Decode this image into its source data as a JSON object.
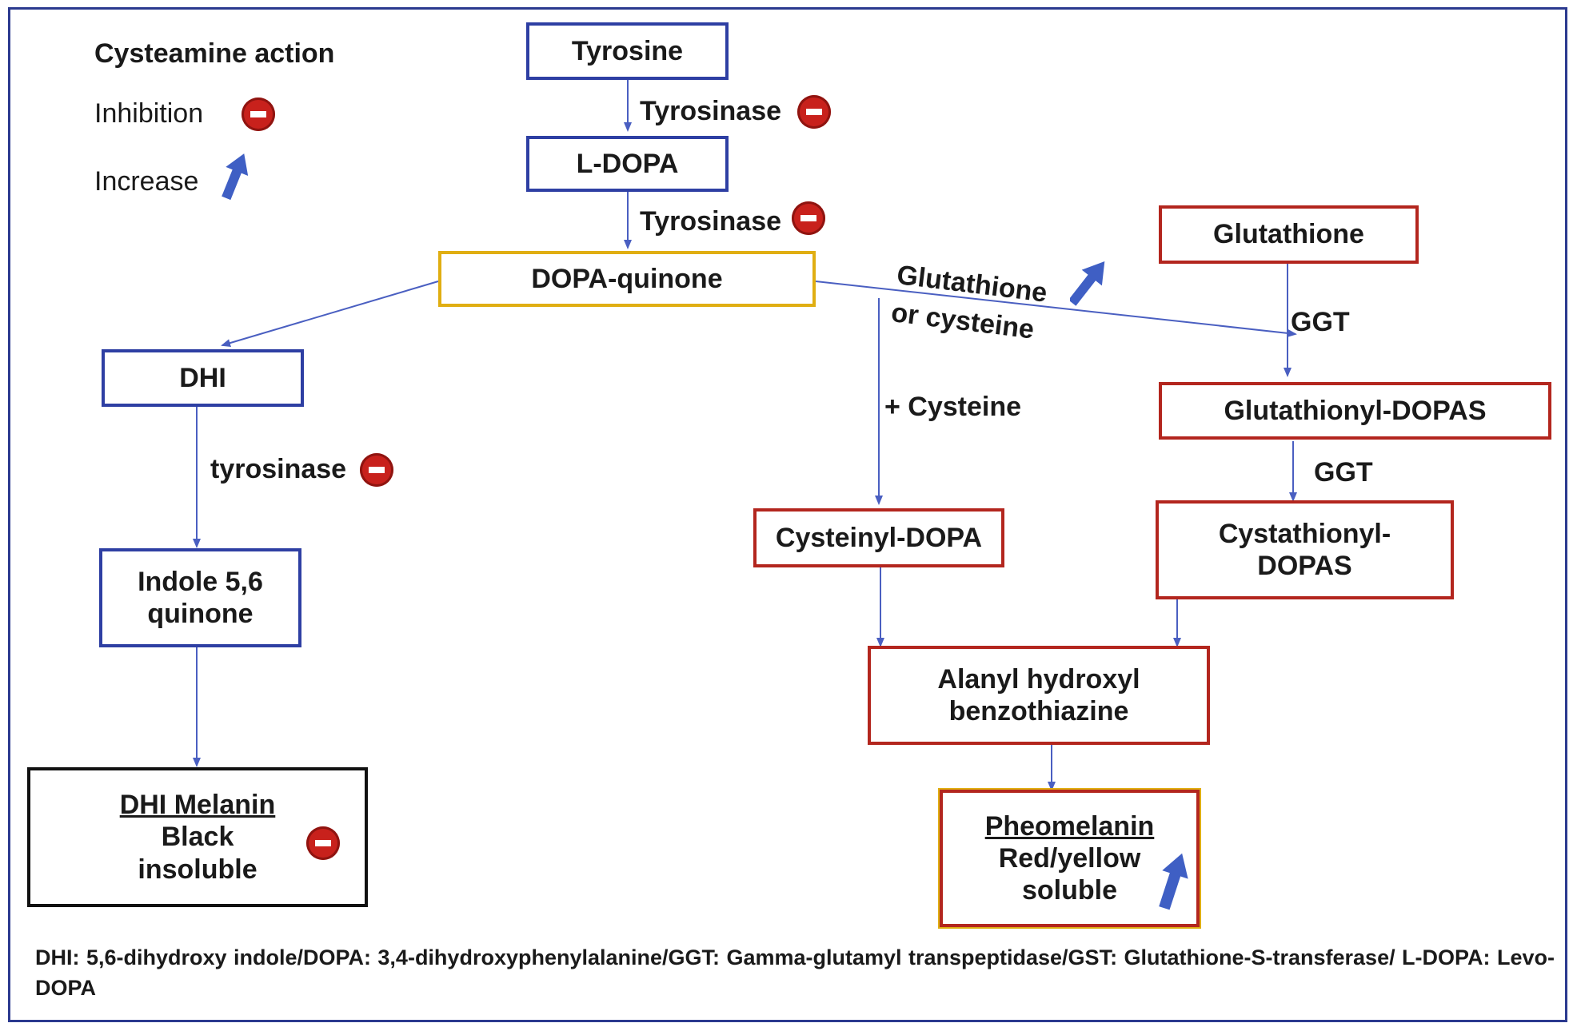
{
  "legend": {
    "title": "Cysteamine action",
    "inhibition": "Inhibition",
    "increase": "Increase"
  },
  "nodes": {
    "tyrosine": "Tyrosine",
    "ldopa": "L-DOPA",
    "dopaquinone": "DOPA-quinone",
    "dhi": "DHI",
    "indole_l1": "Indole 5,6",
    "indole_l2": "quinone",
    "dhi_melanin_title": "DHI Melanin",
    "dhi_melanin_l1": "Black",
    "dhi_melanin_l2": "insoluble",
    "glutathione": "Glutathione",
    "glutathionyl": "Glutathionyl-DOPAS",
    "cystathionyl_l1": "Cystathionyl-",
    "cystathionyl_l2": "DOPAS",
    "cysteinyl": "Cysteinyl-DOPA",
    "alanyl_l1": "Alanyl hydroxyl",
    "alanyl_l2": "benzothiazine",
    "pheomelanin_title": "Pheomelanin",
    "pheomelanin_l1": "Red/yellow",
    "pheomelanin_l2": "soluble"
  },
  "edge_labels": {
    "tyrosinase_1": "Tyrosinase",
    "tyrosinase_2": "Tyrosinase",
    "tyrosinase_3": "tyrosinase",
    "glut_or_cys_l1": "Glutathione",
    "glut_or_cys_l2": "or cysteine",
    "plus_cysteine": "+ Cysteine",
    "ggt_1": "GGT",
    "ggt_2": "GGT"
  },
  "footnote": "DHI: 5,6-dihydroxy indole/DOPA: 3,4-dihydroxyphenylalanine/GGT: Gamma-glutamyl transpeptidase/GST: Glutathione-S-transferase/ L-DOPA: Levo-DOPA",
  "colors": {
    "blue_border": "#2e3fa3",
    "red_border": "#b3261e",
    "gold_border": "#e0ae12",
    "inhibition_icon": "#c8211c",
    "increase_arrow": "#3f5fc4",
    "connector": "#4a5fc1"
  },
  "icons": [
    "inhibition-icon",
    "increase-arrow-icon"
  ]
}
